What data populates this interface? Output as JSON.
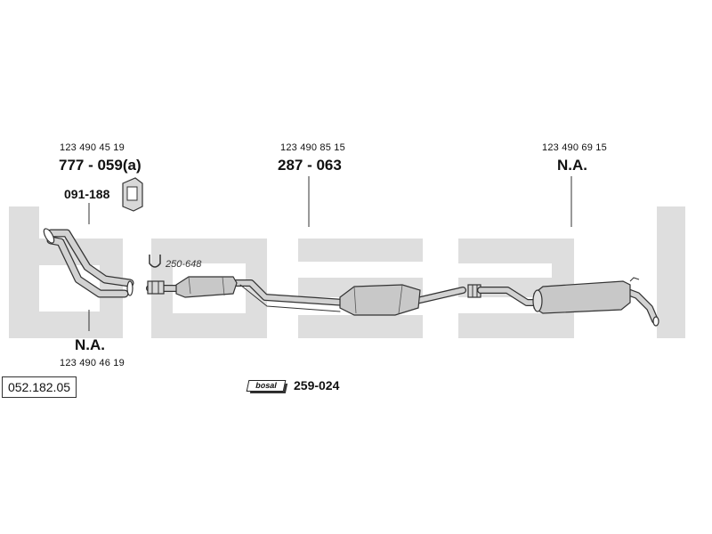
{
  "watermark": {
    "brand": "bosal"
  },
  "callouts": {
    "manifold": {
      "oem_number": "123 490 45 19",
      "part_number": "777 - 059(a)"
    },
    "bracket": {
      "part_number": "091-188"
    },
    "front_pipe": {
      "part_number": "N.A.",
      "oem_number": "123 490 46 19"
    },
    "middle_silencer": {
      "oem_number": "123 490 85 15",
      "part_number": "287 - 063"
    },
    "rear_silencer": {
      "oem_number": "123 490 69 15",
      "part_number": "N.A."
    },
    "clamp": {
      "reference": "250-648"
    },
    "assembly_kit": {
      "brand_label": "bosal",
      "part_number": "259-024"
    }
  },
  "diagram_code": "052.182.05",
  "colors": {
    "watermark": "#dedede",
    "line": "#333333",
    "part_fill": "#d2d2d2"
  }
}
